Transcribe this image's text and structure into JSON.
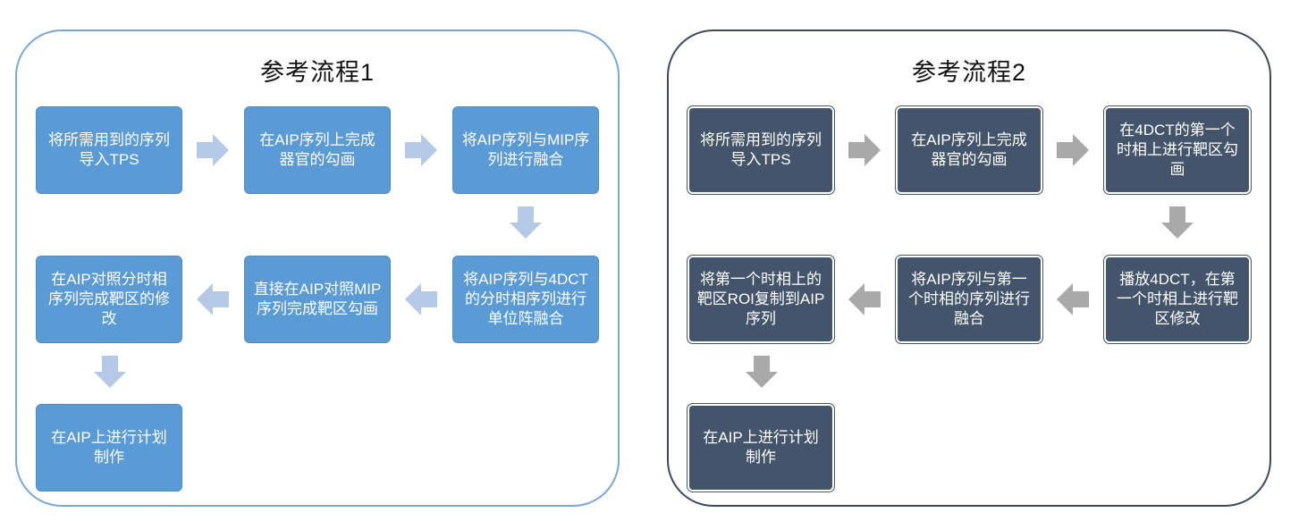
{
  "panels": [
    {
      "title": "参考流程1",
      "steps": [
        "将所需用到的序列导入TPS",
        "在AIP序列上完成器官的勾画",
        "将AIP序列与MIP序列进行融合",
        "将AIP序列与4DCT的分时相序列进行单位阵融合",
        "直接在AIP对照MIP序列完成靶区勾画",
        "在AIP对照分时相序列完成靶区的修改",
        "在AIP上进行计划制作"
      ],
      "colors": {
        "box": "#5b9bd5",
        "arrow": "#b4c9e6",
        "border": "#7aa7d4"
      }
    },
    {
      "title": "参考流程2",
      "steps": [
        "将所需用到的序列导入TPS",
        "在AIP序列上完成器官的勾画",
        "在4DCT的第一个时相上进行靶区勾画",
        "播放4DCT，在第一个时相上进行靶区修改",
        "将AIP序列与第一个时相的序列进行融合",
        "将第一个时相上的靶区ROI复制到AIP序列",
        "在AIP上进行计划制作"
      ],
      "colors": {
        "box": "#44546a",
        "arrow": "#a9a9a9",
        "border": "#3e4a5c"
      }
    }
  ]
}
